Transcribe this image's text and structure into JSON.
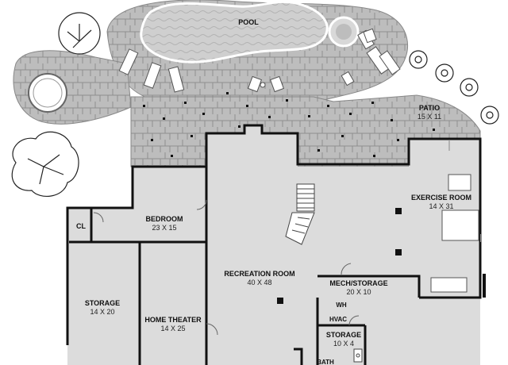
{
  "labels": {
    "pool": "POOL",
    "patio": {
      "name": "PATIO",
      "dims": "15 X 11"
    },
    "exercise_room": {
      "name": "EXERCISE ROOM",
      "dims": "14 X 31"
    },
    "bedroom": {
      "name": "BEDROOM",
      "dims": "23 X 15"
    },
    "closet": "CL",
    "recreation_room": {
      "name": "RECREATION ROOM",
      "dims": "40 X 48"
    },
    "mech_storage": {
      "name": "MECH/STORAGE",
      "dims": "20 X 10"
    },
    "water_heater": "WH",
    "hvac": "HVAC",
    "storage_left": {
      "name": "STORAGE",
      "dims": "14 X 20"
    },
    "home_theater": {
      "name": "HOME THEATER",
      "dims": "14 X 25"
    },
    "storage_small": {
      "name": "STORAGE",
      "dims": "10 X 4"
    },
    "bath": "BATH"
  },
  "colors": {
    "floor": "#dcdcdc",
    "wall": "#111111",
    "patio": "#b7b7b7",
    "pool_deck": "#c4c4c4",
    "water": "#d0d0d0"
  }
}
